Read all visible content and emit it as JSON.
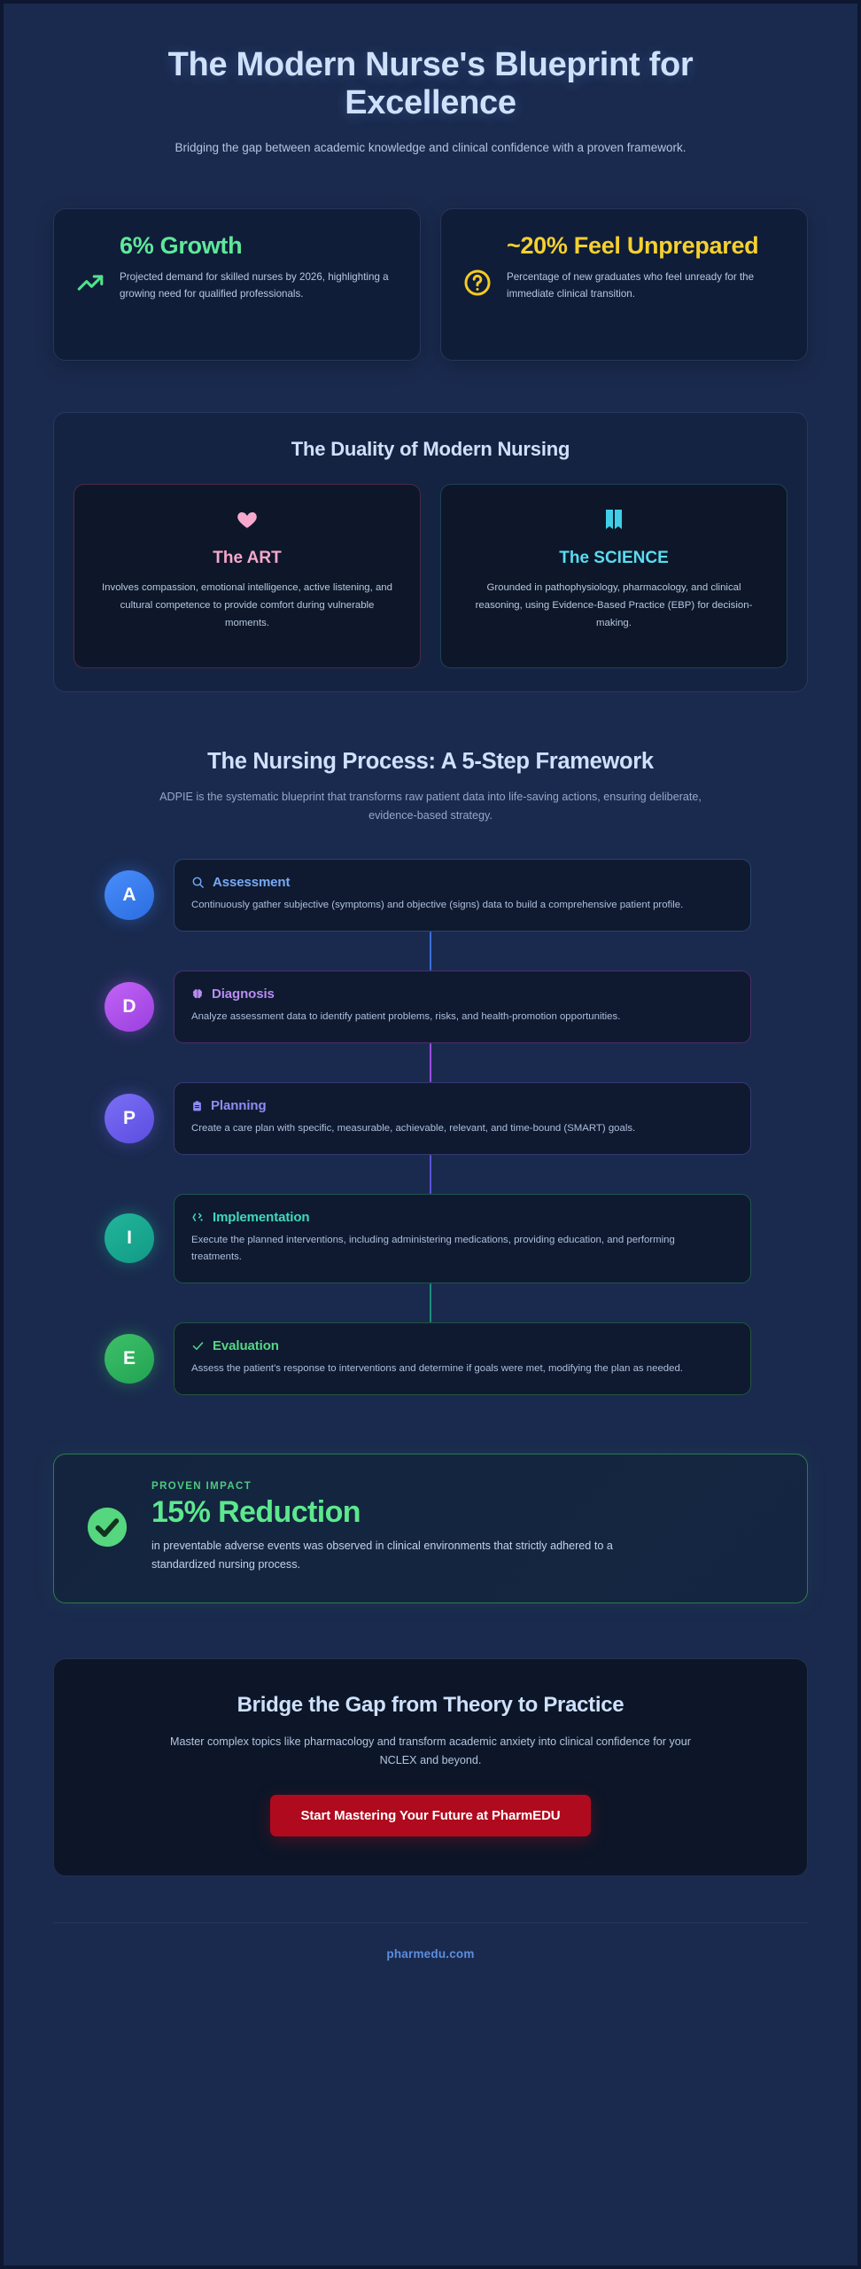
{
  "header": {
    "title": "The Modern Nurse's Blueprint for Excellence",
    "subtitle": "Bridging the gap between academic knowledge and clinical confidence with a proven framework."
  },
  "stats": [
    {
      "icon": "trending-up-icon",
      "color": "#5ee89b",
      "value": "6% Growth",
      "desc": "Projected demand for skilled nurses by 2026, highlighting a growing need for qualified professionals."
    },
    {
      "icon": "help-circle-icon",
      "color": "#f5d02f",
      "value": "~20% Feel Unprepared",
      "desc": "Percentage of new graduates who feel unready for the immediate clinical transition."
    }
  ],
  "duality": {
    "title": "The Duality of Modern Nursing",
    "cards": [
      {
        "icon": "heart-icon",
        "color": "#f8a8cd",
        "name": "The ART",
        "desc": "Involves compassion, emotional intelligence, active listening, and cultural competence to provide comfort during vulnerable moments."
      },
      {
        "icon": "book-icon",
        "color": "#5adcf0",
        "name": "The SCIENCE",
        "desc": "Grounded in pathophysiology, pharmacology, and clinical reasoning, using Evidence-Based Practice (EBP) for decision-making."
      }
    ]
  },
  "process": {
    "title": "The Nursing Process: A 5-Step Framework",
    "subtitle": "ADPIE is the systematic blueprint that transforms raw patient data into life-saving actions, ensuring deliberate, evidence-based strategy.",
    "steps": [
      {
        "letter": "A",
        "icon": "search-icon",
        "name": "Assessment",
        "color": "#77a9f5",
        "badge_color": "#3c7ced",
        "desc": "Continuously gather subjective (symptoms) and objective (signs) data to build a comprehensive patient profile."
      },
      {
        "letter": "D",
        "icon": "brain-icon",
        "name": "Diagnosis",
        "color": "#b98cf2",
        "badge_color": "#ad51ea",
        "desc": "Analyze assessment data to identify patient problems, risks, and health-promotion opportunities."
      },
      {
        "letter": "P",
        "icon": "clipboard-icon",
        "name": "Planning",
        "color": "#8e8cf5",
        "badge_color": "#6a5fee",
        "desc": "Create a care plan with specific, measurable, achievable, relevant, and time-bound (SMART) goals."
      },
      {
        "letter": "I",
        "icon": "activity-icon",
        "name": "Implementation",
        "color": "#3fd9bb",
        "badge_color": "#17a791",
        "desc": "Execute the planned interventions, including administering medications, providing education, and performing treatments."
      },
      {
        "letter": "E",
        "icon": "check-icon",
        "name": "Evaluation",
        "color": "#55d684",
        "badge_color": "#2fb15e",
        "desc": "Assess the patient's response to interventions and determine if goals were met, modifying the plan as needed."
      }
    ]
  },
  "impact": {
    "icon": "check-circle-icon",
    "eyebrow": "PROVEN IMPACT",
    "value": "15% Reduction",
    "color": "#5ce88e",
    "desc": "in preventable adverse events was observed in clinical environments that strictly adhered to a standardized nursing process."
  },
  "cta": {
    "title": "Bridge the Gap from Theory to Practice",
    "subtitle": "Master complex topics like pharmacology and transform academic anxiety into clinical confidence for your NCLEX and beyond.",
    "button_label": "Start Mastering Your Future at PharmEDU",
    "button_color": "#b00a1e"
  },
  "footer": {
    "link": "pharmedu.com",
    "link_color": "#5c8ede"
  }
}
